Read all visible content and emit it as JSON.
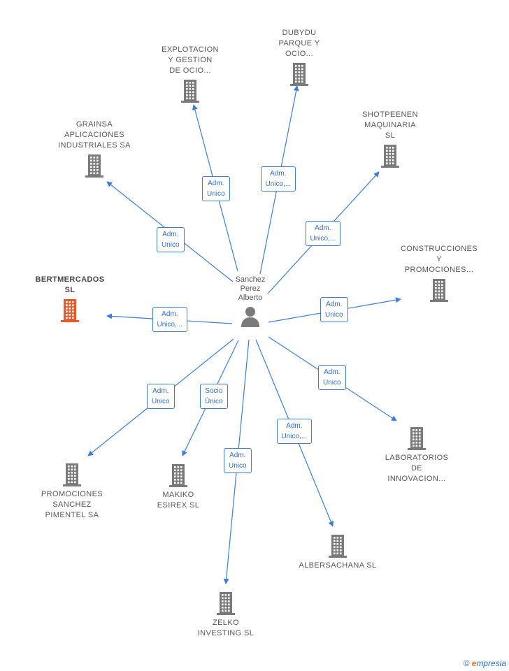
{
  "colors": {
    "edge": "#3b7dd8",
    "building": "#7a7a7a",
    "highlight": "#e8582a",
    "person": "#7a7a7a"
  },
  "center": {
    "lines": [
      "Sanchez",
      "Perez",
      "Alberto"
    ],
    "icon": "person-icon"
  },
  "nodes": [
    {
      "id": "dubydu",
      "lines": [
        "DUBYDU",
        "PARQUE Y",
        "OCIO..."
      ],
      "icon": "building-icon",
      "highlight": false
    },
    {
      "id": "explotacion",
      "lines": [
        "EXPLOTACION",
        "Y GESTION",
        "DE OCIO..."
      ],
      "icon": "building-icon",
      "highlight": false
    },
    {
      "id": "grainsa",
      "lines": [
        "GRAINSA",
        "APLICACIONES",
        "INDUSTRIALES SA"
      ],
      "icon": "building-icon",
      "highlight": false
    },
    {
      "id": "shotpeenen",
      "lines": [
        "SHOTPEENEN",
        "MAQUINARIA",
        "SL"
      ],
      "icon": "building-icon",
      "highlight": false
    },
    {
      "id": "construcciones",
      "lines": [
        "CONSTRUCCIONES",
        "Y",
        "PROMOCIONES..."
      ],
      "icon": "building-icon",
      "highlight": false
    },
    {
      "id": "bertmercados",
      "lines": [
        "BERTMERCADOS",
        "SL"
      ],
      "icon": "building-icon",
      "highlight": true
    },
    {
      "id": "laboratorios",
      "lines": [
        "LABORATORIOS",
        "DE",
        "INNOVACION..."
      ],
      "icon": "building-icon",
      "highlight": false
    },
    {
      "id": "promociones",
      "lines": [
        "PROMOCIONES",
        "SANCHEZ",
        "PIMENTEL SA"
      ],
      "icon": "building-icon",
      "highlight": false
    },
    {
      "id": "makiko",
      "lines": [
        "MAKIKO",
        "ESIREX SL"
      ],
      "icon": "building-icon",
      "highlight": false
    },
    {
      "id": "albersachana",
      "lines": [
        "ALBERSACHANA SL"
      ],
      "icon": "building-icon",
      "highlight": false
    },
    {
      "id": "zelko",
      "lines": [
        "ZELKO",
        "INVESTING SL"
      ],
      "icon": "building-icon",
      "highlight": false
    }
  ],
  "edges": [
    {
      "to": "dubydu",
      "lines": [
        "Adm.",
        "Unico,..."
      ]
    },
    {
      "to": "explotacion",
      "lines": [
        "Adm.",
        "Unico"
      ]
    },
    {
      "to": "grainsa",
      "lines": [
        "Adm.",
        "Unico"
      ]
    },
    {
      "to": "shotpeenen",
      "lines": [
        "Adm.",
        "Unico,..."
      ]
    },
    {
      "to": "construcciones",
      "lines": [
        "Adm.",
        "Unico"
      ]
    },
    {
      "to": "bertmercados",
      "lines": [
        "Adm.",
        "Unico,..."
      ]
    },
    {
      "to": "laboratorios",
      "lines": [
        "Adm.",
        "Unico"
      ]
    },
    {
      "to": "promociones",
      "lines": [
        "Adm.",
        "Unico"
      ]
    },
    {
      "to": "makiko",
      "lines": [
        "Socio",
        "Único"
      ]
    },
    {
      "to": "albersachana",
      "lines": [
        "Adm.",
        "Unico,..."
      ]
    },
    {
      "to": "zelko",
      "lines": [
        "Adm.",
        "Unico"
      ]
    }
  ],
  "brand": {
    "copyright": "©",
    "first": "e",
    "rest": "mpresia"
  }
}
